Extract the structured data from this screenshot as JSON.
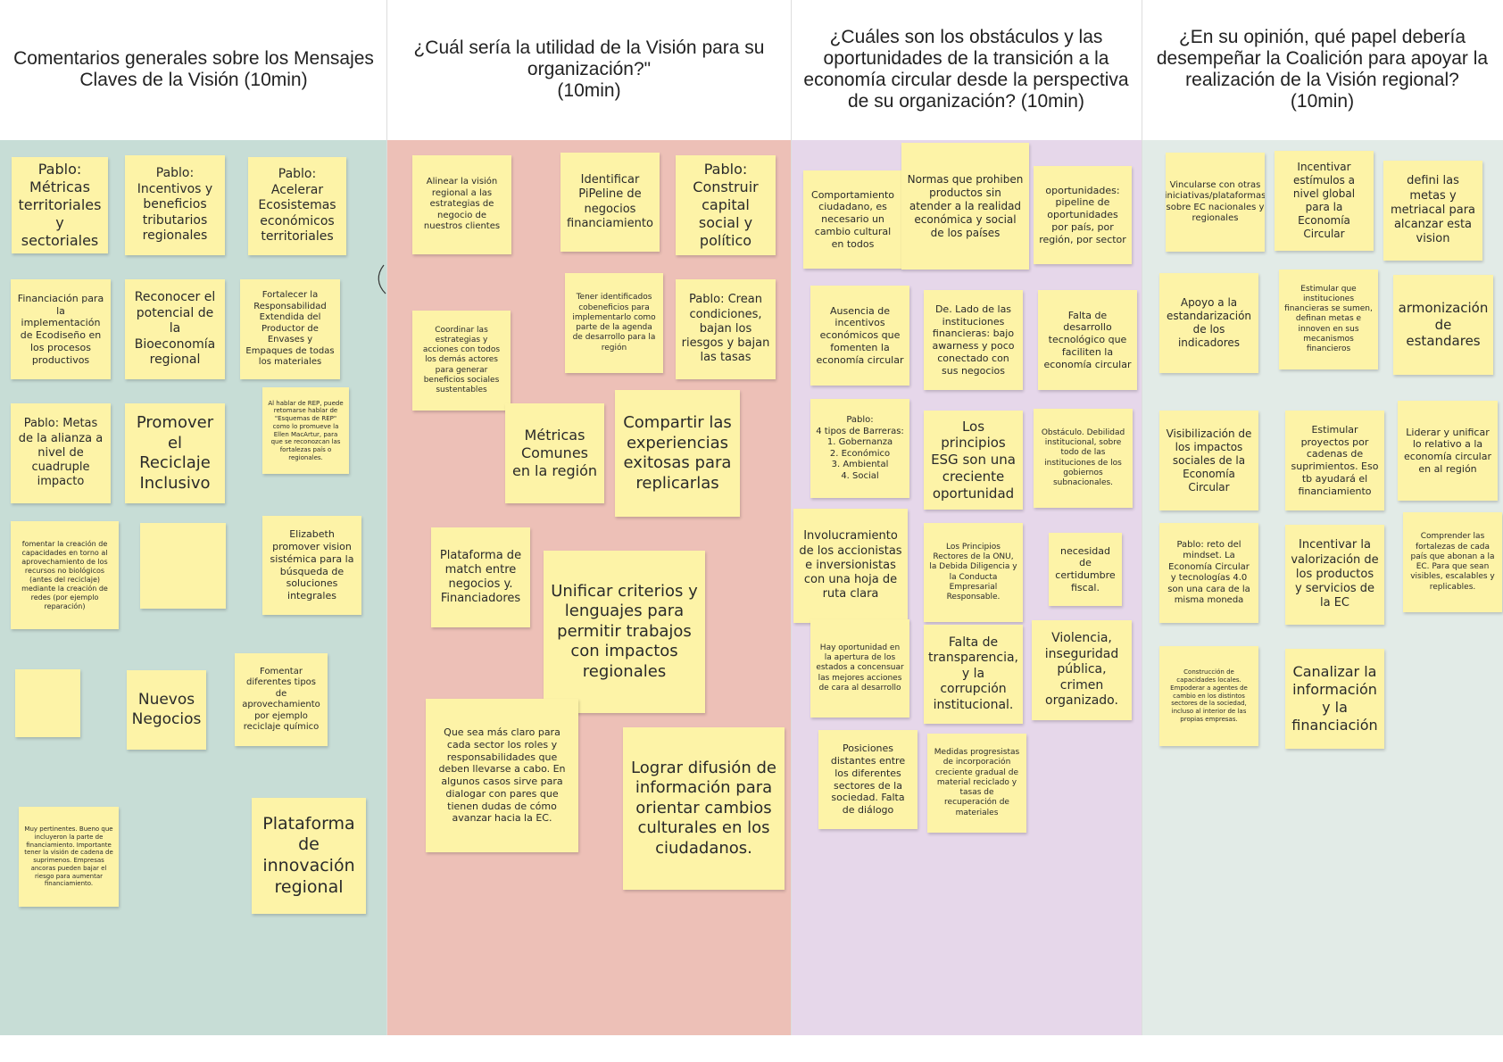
{
  "columns": [
    {
      "title": "Comentarios generales sobre los Mensajes Claves de la Visión (10min)",
      "color": "#c7ddd6"
    },
    {
      "title": "¿Cuál sería la utilidad de la Visión para su organización?\"\n(10min)",
      "color": "#edc0b7"
    },
    {
      "title": "¿Cuáles son los obstáculos y las oportunidades de la transición a la economía circular desde la perspectiva de su organización? (10min)",
      "color": "#e6d7ea"
    },
    {
      "title": "¿En su opinión, qué papel debería desempeñar la Coalición para apoyar la realización de la Visión regional?\n(10min)",
      "color": "#e2ebe7"
    }
  ],
  "notes": {
    "c1": [
      "Pablo:\nMétricas territoriales y sectoriales",
      "Pablo:\nIncentivos y beneficios tributarios regionales",
      "Pablo: Acelerar Ecosistemas económicos territoriales",
      "Financiación para la implementación de Ecodiseño en los procesos productivos",
      "Reconocer el potencial de la Bioeconomía regional",
      "Fortalecer la Responsabilidad Extendida del Productor de Envases y Empaques de todas los materiales",
      "Pablo: Metas de la alianza a nivel de cuadruple impacto",
      "Promover el Reciclaje Inclusivo",
      "Al hablar de REP, puede retomarse hablar de \"Esquemas de REP\" como lo promueve la Ellen MacArtur, para que se reconozcan las fortalezas país o regionales.",
      "fomentar la creación de capacidades en torno al aprovechamiento de los recursos no biológicos (antes del reciclaje) mediante la creación de redes (por ejemplo reparación)",
      "",
      "Elizabeth promover vision sistémica para la búsqueda de soluciones integrales",
      "",
      "Nuevos Negocios",
      "Fomentar diferentes tipos de aprovechamiento por ejemplo reciclaje químico",
      "Muy pertinentes. Bueno que incluyeron la parte de financiamiento. Importante tener la visión de cadena de suprimenos. Empresas ancoras pueden bajar el riesgo para aumentar financiamiento.",
      "Plataforma de innovación regional"
    ],
    "c2": [
      "Alinear la visión regional a las estrategias de negocio de nuestros clientes",
      "Identificar PiPeline de negocios financiamiento",
      "Pablo: Construir capital social y político",
      "Tener identificados cobeneficios para implementarlo como parte de la agenda de desarrollo para la región",
      "Pablo: Crean condiciones, bajan los riesgos y bajan las tasas",
      "Coordinar las estrategias y acciones con todos los demás actores para generar beneficios sociales sustentables",
      "Métricas Comunes en la región",
      "Compartir las experiencias exitosas para replicarlas",
      "Plataforma de match entre negocios y. Financiadores",
      "Unificar criterios y lenguajes para permitir trabajos con impactos regionales",
      "Que sea más claro para cada sector los roles y responsabilidades que deben llevarse a cabo. En algunos casos sirve para dialogar con pares que tienen dudas de cómo avanzar hacia la EC.",
      "Lograr difusión de información para orientar cambios culturales en los ciudadanos."
    ],
    "c3": [
      "Comportamiento ciudadano, es necesario un cambio cultural en todos",
      "Normas que prohiben productos sin atender a la realidad económica y social de los países",
      "oportunidades: pipeline de oportunidades por país, por región, por sector",
      "Ausencia de incentivos económicos que fomenten la economía circular",
      "De. Lado de las instituciones financieras: bajo awarness y poco conectado con sus negocios",
      "Falta de desarrollo tecnológico que faciliten la economía circular",
      "Pablo:\n4 tipos de Barreras:\n1. Gobernanza\n2. Económico\n3. Ambiental\n4. Social",
      "Los principios ESG son una creciente oportunidad",
      "Obstáculo. Debilidad institucional, sobre todo de las instituciones de los gobiernos subnacionales.",
      "Involucramiento de los accionistas e inversionistas con una hoja de ruta clara",
      "Los Principios Rectores de la ONU, la Debida Diligencia y la Conducta Empresarial Responsable.",
      "necesidad de certidumbre fiscal.",
      "Hay oportunidad en la apertura de los estados a concensuar las mejores acciones de cara al desarrollo",
      "Falta de transparencia, y la corrupción institucional.",
      "Violencia, inseguridad pública, crimen organizado.",
      "Posiciones distantes entre los diferentes sectores de la sociedad. Falta de diálogo",
      "Medidas progresistas de incorporación creciente gradual de material reciclado y tasas de recuperación de materiales"
    ],
    "c4": [
      "Vincularse con otras iniciativas/plataformas sobre EC nacionales y regionales",
      "Incentivar estímulos a nivel global para la Economía Circular",
      "defini las metas y metriacal para alcanzar esta vision",
      "Apoyo a la estandarización de los indicadores",
      "Estimular que instituciones financieras se sumen, definan metas e innoven en sus mecanismos financieros",
      "armonización de estandares",
      "Visibilización de los impactos sociales de la Economía Circular",
      "Estimular proyectos por cadenas de suprimientos. Eso tb ayudará el financiamiento",
      "Liderar y unificar lo relativo a la economía circular en al región",
      "Pablo: reto del mindset. La Economía Circular y tecnologías 4.0 son una cara de la misma moneda",
      "Incentivar la valorización de los productos y servicios de la EC",
      "Comprender las fortalezas de cada país que abonan a la EC. Para que sean visibles, escalables y replicables.",
      "Construcción de capacidades locales. Empoderar a agentes de cambio en los distintos sectores de la sociedad, incluso al interior de las propias empresas.",
      "Canalizar la información y la financiación"
    ]
  }
}
